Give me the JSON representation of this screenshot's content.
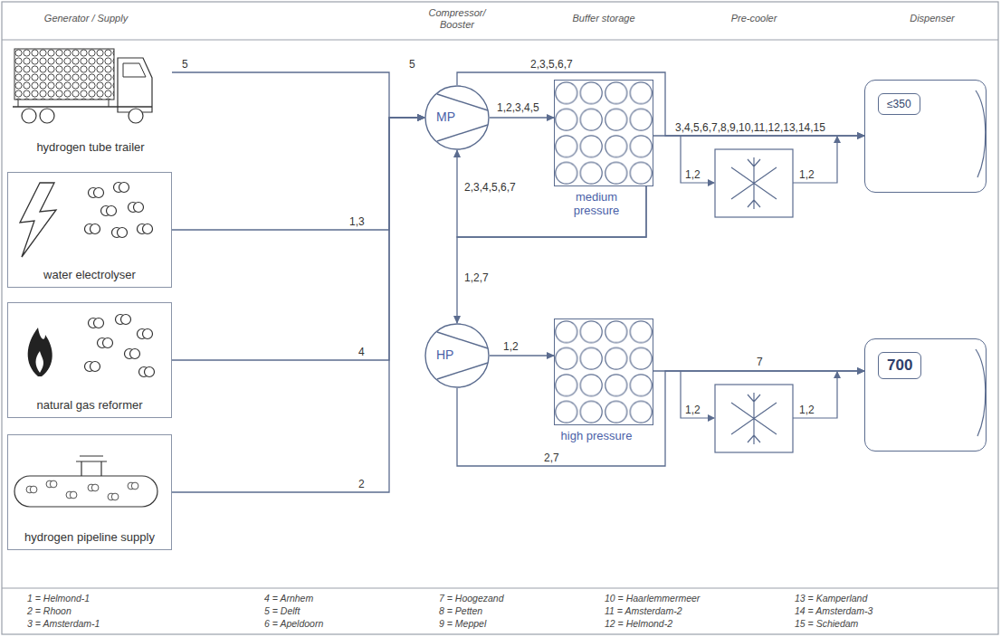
{
  "diagram": {
    "nodes": [
      {
        "text": [
          "hydrogen tube trailer"
        ]
      },
      {
        "text": [
          "water electrolyser"
        ]
      },
      {
        "text": [
          "natural gas reformer"
        ]
      },
      {
        "text": [
          "hydrogen pipeline supply"
        ]
      },
      {
        "text": [
          "MP"
        ]
      },
      {
        "text": [
          "HP"
        ]
      },
      {
        "text": [
          "medium pressure"
        ]
      },
      {
        "text": [
          "high pressure"
        ]
      },
      {
        "text": [
          "≤350"
        ]
      },
      {
        "text": [
          "700"
        ]
      }
    ],
    "edges": [
      {
        "from": 0,
        "to": 4,
        "arrow": "to",
        "label": "5"
      },
      {
        "from": 1,
        "to": 4,
        "arrow": "to",
        "label": "1,3"
      },
      {
        "from": 2,
        "to": 4,
        "arrow": "to",
        "label": "4"
      },
      {
        "from": 3,
        "to": 4,
        "arrow": "to",
        "label": "2"
      },
      {
        "from": 4,
        "to": 6,
        "arrow": "to",
        "label": "1,2,3,4,5"
      },
      {
        "from": 4,
        "to": 8,
        "arrow": "to",
        "label": "2,3,5,6,7"
      },
      {
        "from": 6,
        "to": 8,
        "arrow": "to",
        "label": "3,4,5,6,7,8,9,10,11,12,13,14,15"
      },
      {
        "from": 6,
        "to": 4,
        "arrow": "to",
        "label": "2,3,4,5,6,7"
      },
      {
        "from": 6,
        "to": 5,
        "arrow": "to",
        "label": "1,2,7"
      },
      {
        "from": 5,
        "to": 7,
        "arrow": "to",
        "label": "1,2"
      },
      {
        "from": 5,
        "to": 9,
        "arrow": "to",
        "label": "2,7"
      },
      {
        "from": 7,
        "to": 9,
        "arrow": "to",
        "label": "7"
      }
    ],
    "labels": [
      "Generator / Supply",
      "Compressor/ Booster",
      "Buffer storage",
      "Pre-cooler",
      "Dispenser",
      "5",
      "1,2",
      "1,2",
      "1,2",
      "1,2",
      "1 = Helmond-1",
      "2 = Rhoon",
      "3 = Amsterdam-1",
      "4 = Arnhem",
      "5 = Delft",
      "6 = Apeldoorn",
      "7 = Hoogezand",
      "8 = Petten",
      "9 = Meppel",
      "10 = Haarlemmermeer",
      "11 = Amsterdam-2",
      "12 = Helmond-2",
      "13 = Kamperland",
      "14 = Amsterdam-3",
      "15 = Schiedam"
    ]
  }
}
